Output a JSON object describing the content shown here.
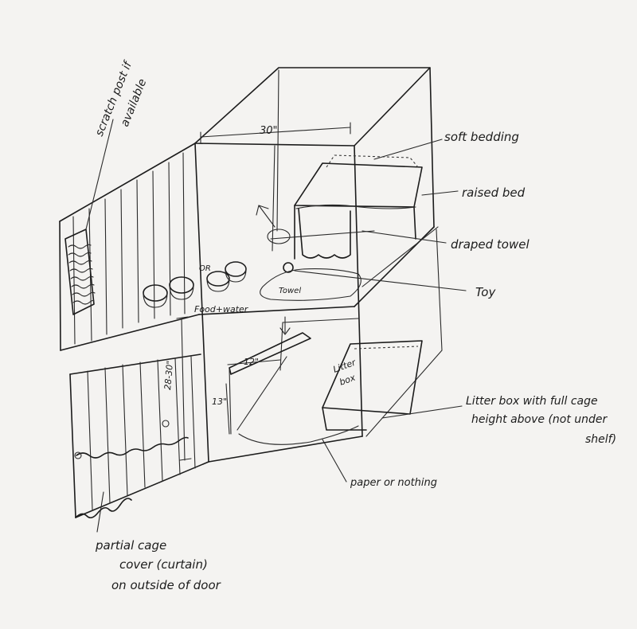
{
  "labels": {
    "scratch_post_line1": "scratch post if",
    "scratch_post_line2": "available",
    "width_dim": "30\"",
    "soft_bedding": "soft bedding",
    "raised_bed": "raised bed",
    "draped_towel": "draped towel",
    "toy": "Toy",
    "towel": "Towel",
    "or": "OR",
    "food_water": "Food+water",
    "height_dim": "28-30\"",
    "shelf_width_dim": "12\"",
    "shelf_height_dim": "13\"",
    "litter_box_line1": "Litter",
    "litter_box_line2": "box",
    "litter_note_line1": "Litter box with full cage",
    "litter_note_line2": "height above (not under",
    "litter_note_line3": "shelf)",
    "paper": "paper or nothing",
    "cover_line1": "partial cage",
    "cover_line2": "cover (curtain)",
    "cover_line3": "on outside of door"
  }
}
